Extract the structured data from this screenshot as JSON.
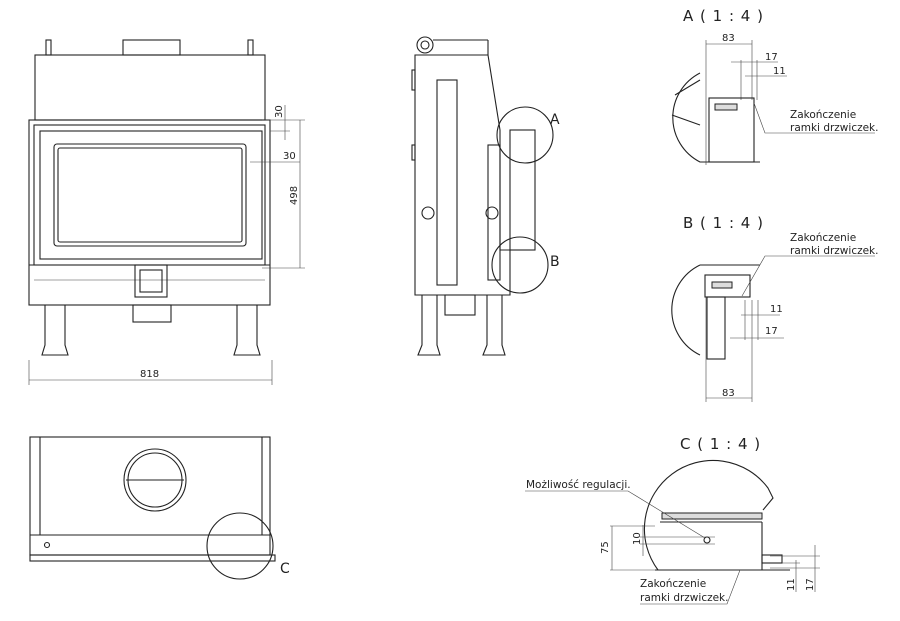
{
  "front_view": {
    "dim_width": "818",
    "dim_height": "498",
    "dim_top": "30",
    "dim_side": "30"
  },
  "side_view": {
    "detail_a": "A",
    "detail_b": "B"
  },
  "top_view": {
    "detail_c": "C"
  },
  "detail_a": {
    "title": "A ( 1 : 4 )",
    "dim_83": "83",
    "dim_17": "17",
    "dim_11": "11",
    "note_line1": "Zakończenie",
    "note_line2": "ramki drzwiczek."
  },
  "detail_b": {
    "title": "B ( 1 : 4 )",
    "dim_83": "83",
    "dim_17": "17",
    "dim_11": "11",
    "note_line1": "Zakończenie",
    "note_line2": "ramki drzwiczek."
  },
  "detail_c": {
    "title": "C ( 1 : 4 )",
    "adjust_note": "Możliwość regulacji.",
    "dim_75": "75",
    "dim_10": "10",
    "dim_11": "11",
    "dim_17": "17",
    "note_line1": "Zakończenie",
    "note_line2": "ramki drzwiczek."
  }
}
